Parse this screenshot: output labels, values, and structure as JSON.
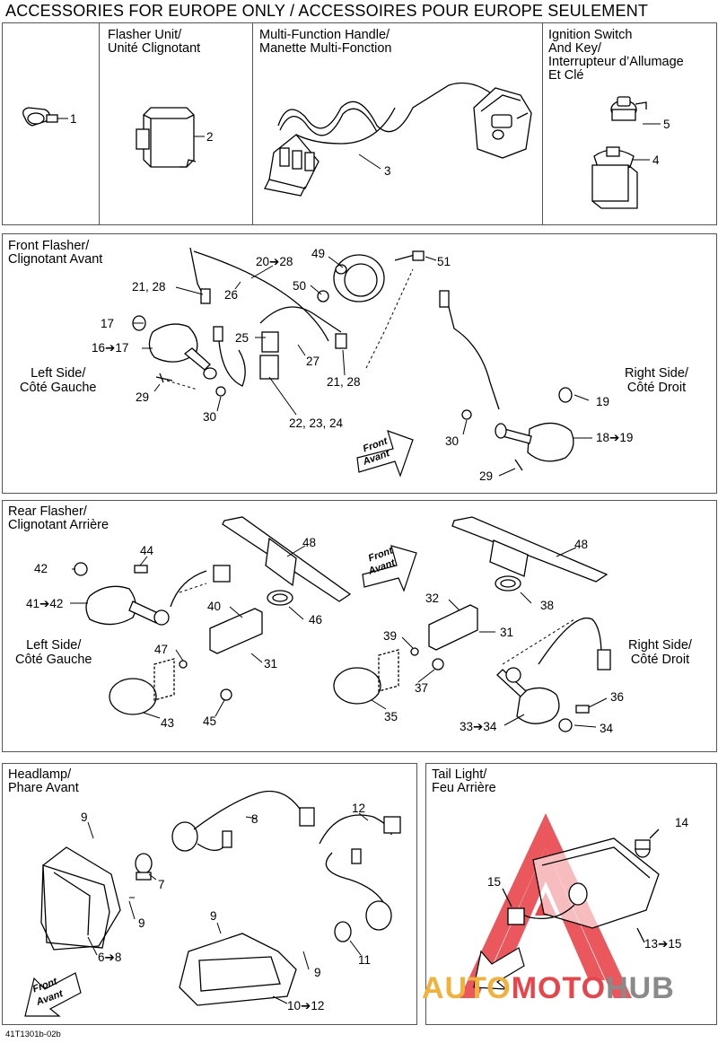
{
  "title": "ACCESSORIES FOR EUROPE ONLY / ACCESSOIRES POUR EUROPE SEULEMENT",
  "doc_code": "41T1301b-02b",
  "watermark": {
    "part1": "AUTO",
    "part2": "MOTO",
    "part3": "HUB"
  },
  "panels": {
    "top": {
      "flasher_unit": "Flasher Unit/\nUnité Clignotant",
      "multi_function": "Multi-Function Handle/\nManette Multi-Fonction",
      "ignition": "Ignition Switch\nAnd Key/\nInterrupteur d’Allumage\nEt Clé",
      "callouts": {
        "c1": "1",
        "c2": "2",
        "c3": "3",
        "c4": "4",
        "c5": "5"
      }
    },
    "front_flasher": {
      "title": "Front Flasher/\nClignotant Avant",
      "left_side": "Left Side/\nCôté Gauche",
      "right_side": "Right Side/\nCôté Droit",
      "front_word": "Front",
      "avant_word": "Avant",
      "callouts": {
        "c49": "49",
        "c51": "51",
        "c20_28": "20➔28",
        "c21_28a": "21, 28",
        "c26": "26",
        "c50": "50",
        "c17": "17",
        "c16_17": "16➔17",
        "c25": "25",
        "c27": "27",
        "c29a": "29",
        "c30a": "30",
        "c22_24": "22, 23, 24",
        "c21_28b": "21, 28",
        "c19": "19",
        "c30b": "30",
        "c18_19": "18➔19",
        "c29b": "29"
      }
    },
    "rear_flasher": {
      "title": "Rear Flasher/\nClignotant Arrière",
      "left_side": "Left Side/\nCôté Gauche",
      "right_side": "Right Side/\nCôté Droit",
      "front_word": "Front",
      "avant_word": "Avant",
      "callouts": {
        "c48a": "48",
        "c44": "44",
        "c42": "42",
        "c41_42": "41➔42",
        "c40": "40",
        "c46": "46",
        "c31a": "31",
        "c47": "47",
        "c43": "43",
        "c45": "45",
        "c48b": "48",
        "c32": "32",
        "c38": "38",
        "c39": "39",
        "c31b": "31",
        "c37": "37",
        "c35": "35",
        "c36": "36",
        "c33_34": "33➔34",
        "c34": "34"
      }
    },
    "headlamp": {
      "title": "Headlamp/\nPhare Avant",
      "front_word": "Front",
      "avant_word": "Avant",
      "callouts": {
        "c9a": "9",
        "c8": "8",
        "c12": "12",
        "c7": "7",
        "c9b": "9",
        "c9c": "9",
        "c6_8": "6➔8",
        "c11": "11",
        "c9d": "9",
        "c10_12": "10➔12"
      }
    },
    "tail_light": {
      "title": "Tail Light/\nFeu Arrière",
      "callouts": {
        "c14": "14",
        "c15": "15",
        "c13_15": "13➔15"
      }
    }
  }
}
